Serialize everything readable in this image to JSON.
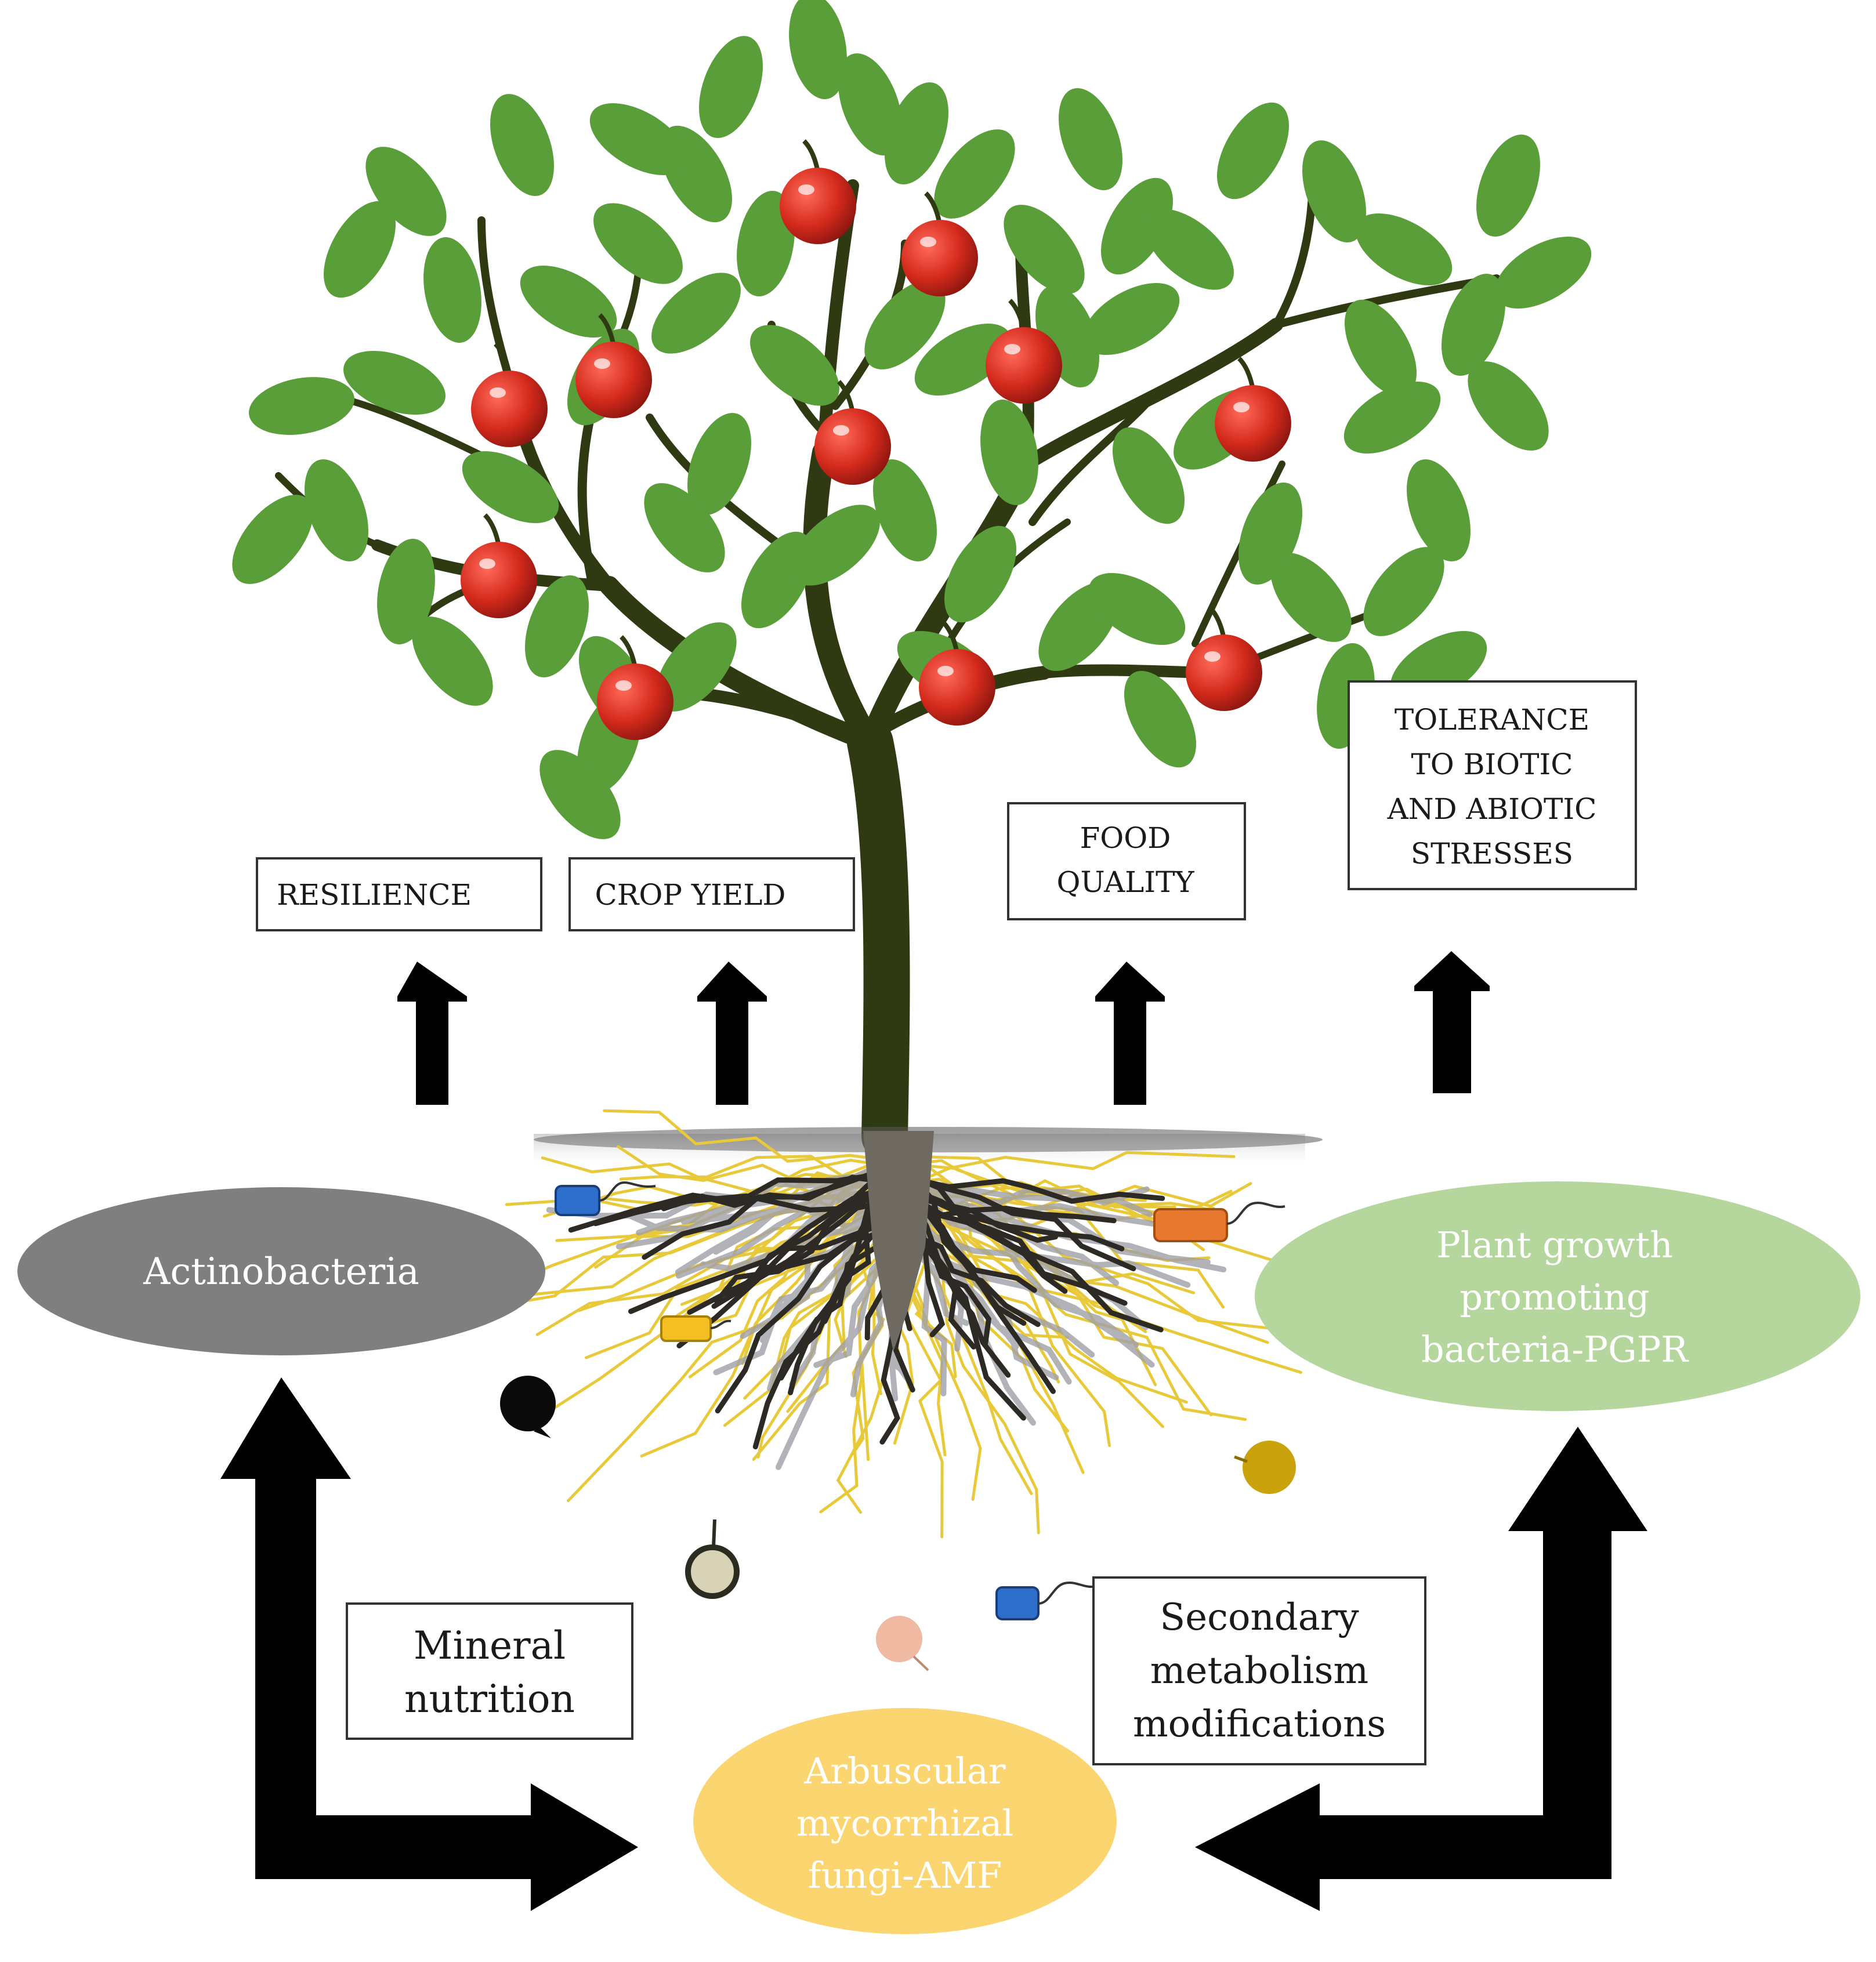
{
  "outcomes": {
    "resilience": [
      "RESILIENCE"
    ],
    "crop_yield": [
      "CROP YIELD"
    ],
    "food_quality": [
      "FOOD",
      "QUALITY"
    ],
    "tolerance": [
      "TOLERANCE",
      "TO BIOTIC",
      "AND ABIOTIC",
      "STRESSES"
    ]
  },
  "organisms": {
    "actinobacteria": [
      "Actinobacteria"
    ],
    "pgpr": [
      "Plant growth",
      "promoting",
      "bacteria-PGPR"
    ],
    "amf": [
      "Arbuscular",
      "mycorrhizal",
      "fungi-AMF"
    ]
  },
  "processes": {
    "mineral_nutrition": [
      "Mineral",
      "nutrition"
    ],
    "secondary_metabolism": [
      "Secondary",
      "metabolism",
      "modifications"
    ]
  },
  "colors": {
    "leaf": "#5a9e3a",
    "trunk": "#2f3a12",
    "apple": "#d42a1c",
    "root_yellow": "#e8c93a",
    "actinobacteria": "#7f7f7f",
    "pgpr": "#b5d69c",
    "amf": "#fbd56f",
    "arrow": "#000000"
  }
}
